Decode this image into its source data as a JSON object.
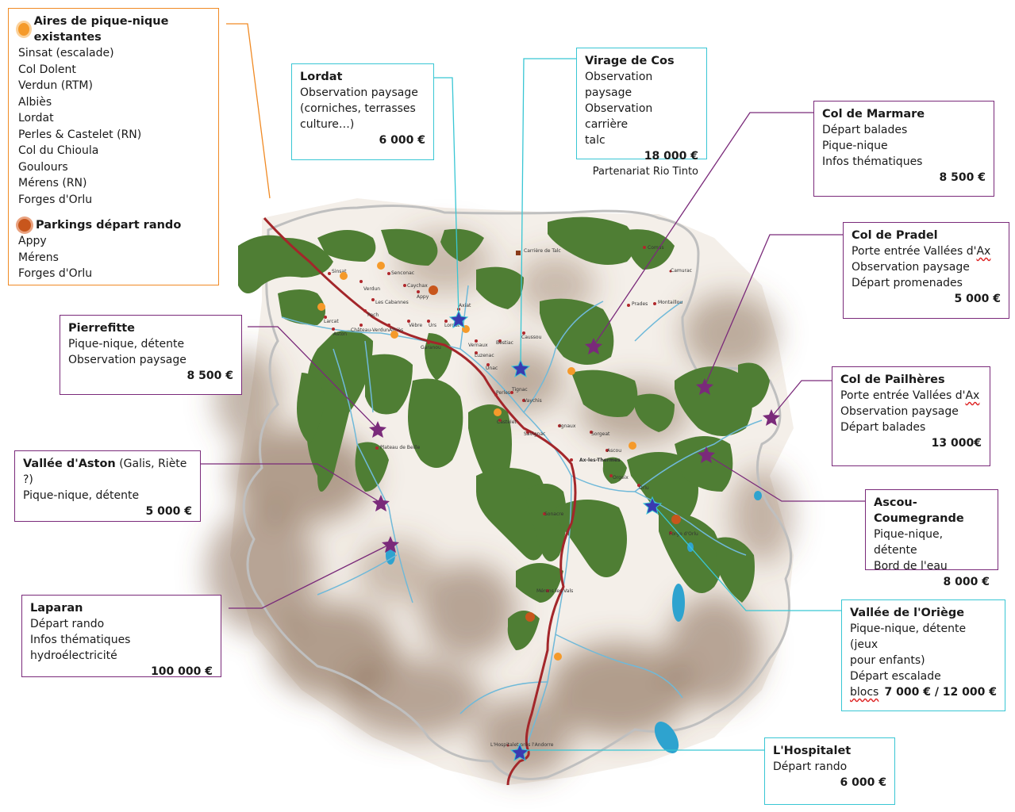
{
  "legend": {
    "picnic_title": "Aires de pique-nique existantes",
    "picnic_items": [
      "Sinsat (escalade)",
      "Col Dolent",
      "Verdun (RTM)",
      "Albiès",
      "Lordat",
      "Perles & Castelet (RN)",
      "Col du Chioula",
      "Goulours",
      "Mérens (RN)",
      "Forges d'Orlu"
    ],
    "parking_title": "Parkings départ rando",
    "parking_items": [
      "Appy",
      "Mérens",
      "Forges d'Orlu"
    ]
  },
  "boxes": {
    "lordat": {
      "title": "Lordat",
      "lines": [
        "Observation paysage",
        "(corniches, terrasses",
        "culture…)"
      ],
      "price": "6 000 €"
    },
    "cos": {
      "title": "Virage de Cos",
      "lines": [
        "Observation paysage",
        "Observation carrière",
        "talc"
      ],
      "price": "18 000 €",
      "partner": "Partenariat Rio Tinto"
    },
    "marmare": {
      "title": "Col de Marmare",
      "lines": [
        "Départ balades",
        "Pique-nique",
        "Infos thématiques"
      ],
      "price": "8 500 €"
    },
    "pradel": {
      "title": "Col de Pradel",
      "line1_a": "Porte entrée Vallées d'",
      "line1_b": "Ax",
      "lines": [
        "Observation paysage",
        "Départ promenades"
      ],
      "price": "5 000 €"
    },
    "pailheres": {
      "title": "Col de Pailhères",
      "line1_a": "Porte entrée Vallées d'",
      "line1_b": "Ax",
      "lines": [
        "Observation paysage",
        "Départ balades"
      ],
      "price": "13 000€"
    },
    "ascou": {
      "title": "Ascou-Coumegrande",
      "lines": [
        "Pique-nique, détente",
        "Bord de l'eau"
      ],
      "price": "8 000 €"
    },
    "oriege": {
      "title": "Vallée de l'Oriège",
      "lines": [
        "Pique-nique, détente (jeux",
        "pour enfants)",
        "Départ escalade"
      ],
      "line_sq": "blocs",
      "price": "7 000 € / 12 000 €"
    },
    "hospitalet": {
      "title": "L'Hospitalet",
      "lines": [
        "Départ rando"
      ],
      "price": "6 000 €"
    },
    "pierrefitte": {
      "title": "Pierrefitte",
      "lines": [
        "Pique-nique, détente",
        "Observation paysage"
      ],
      "price": "8 500 €"
    },
    "aston": {
      "title": "Vallée d'Aston",
      "title_extra": " (Galis, Riète ?)",
      "lines": [
        "Pique-nique, détente"
      ],
      "price": "5 000 €"
    },
    "laparan": {
      "title": "Laparan",
      "lines": [
        "Départ rando",
        "Infos thématiques hydroélectricité"
      ],
      "price": "100 000 €"
    }
  },
  "towns": {
    "sinsat": "Sinsat",
    "verdun": "Verdun",
    "senconac": "Senconac",
    "caychax": "Caychax",
    "appy": "Appy",
    "les_cabannes": "Les Cabannes",
    "pech": "Pech",
    "larcat": "Larcat",
    "aston": "Aston",
    "chateau_verdun": "Château-Verdun",
    "albies": "Albiès",
    "vebre": "Vèbre",
    "urs": "Urs",
    "lordat": "Lordat",
    "axiat": "Axiat",
    "garanou": "Garanou",
    "luzenac": "Luzenac",
    "vernaux": "Vernaux",
    "unac": "Unac",
    "bestiac": "Bestiac",
    "caussou": "Caussou",
    "carriere_talc": "Carrière de Talc",
    "prades": "Prades",
    "montaillou": "Montaillou",
    "comus": "Comus",
    "camurac": "Camurac",
    "tignac": "Tignac",
    "perles": "Perles",
    "vaychis": "Vaychis",
    "castelet": "Castelet",
    "savignac": "Savignac",
    "ignaux": "Ignaux",
    "sorgeat": "Sorgeat",
    "ax": "Ax-les-Thermes",
    "ascou": "Ascou",
    "orgeix": "Orgeix",
    "orlu": "Orlu",
    "forges_orlu": "Forge d'Orlu",
    "sonacre": "Sonacre",
    "merens": "Mérens les Vals",
    "hospitalet": "L'Hospitalet près l'Andorre",
    "plateau_beille": "Plateau de Beille"
  },
  "colors": {
    "forest": "#4f7e34",
    "road": "#a3262a",
    "river": "#6fb9d9",
    "purple": "#7a2a7a",
    "cyan": "#39c6d4",
    "orange": "#f08a24",
    "parking": "#c8561c"
  }
}
